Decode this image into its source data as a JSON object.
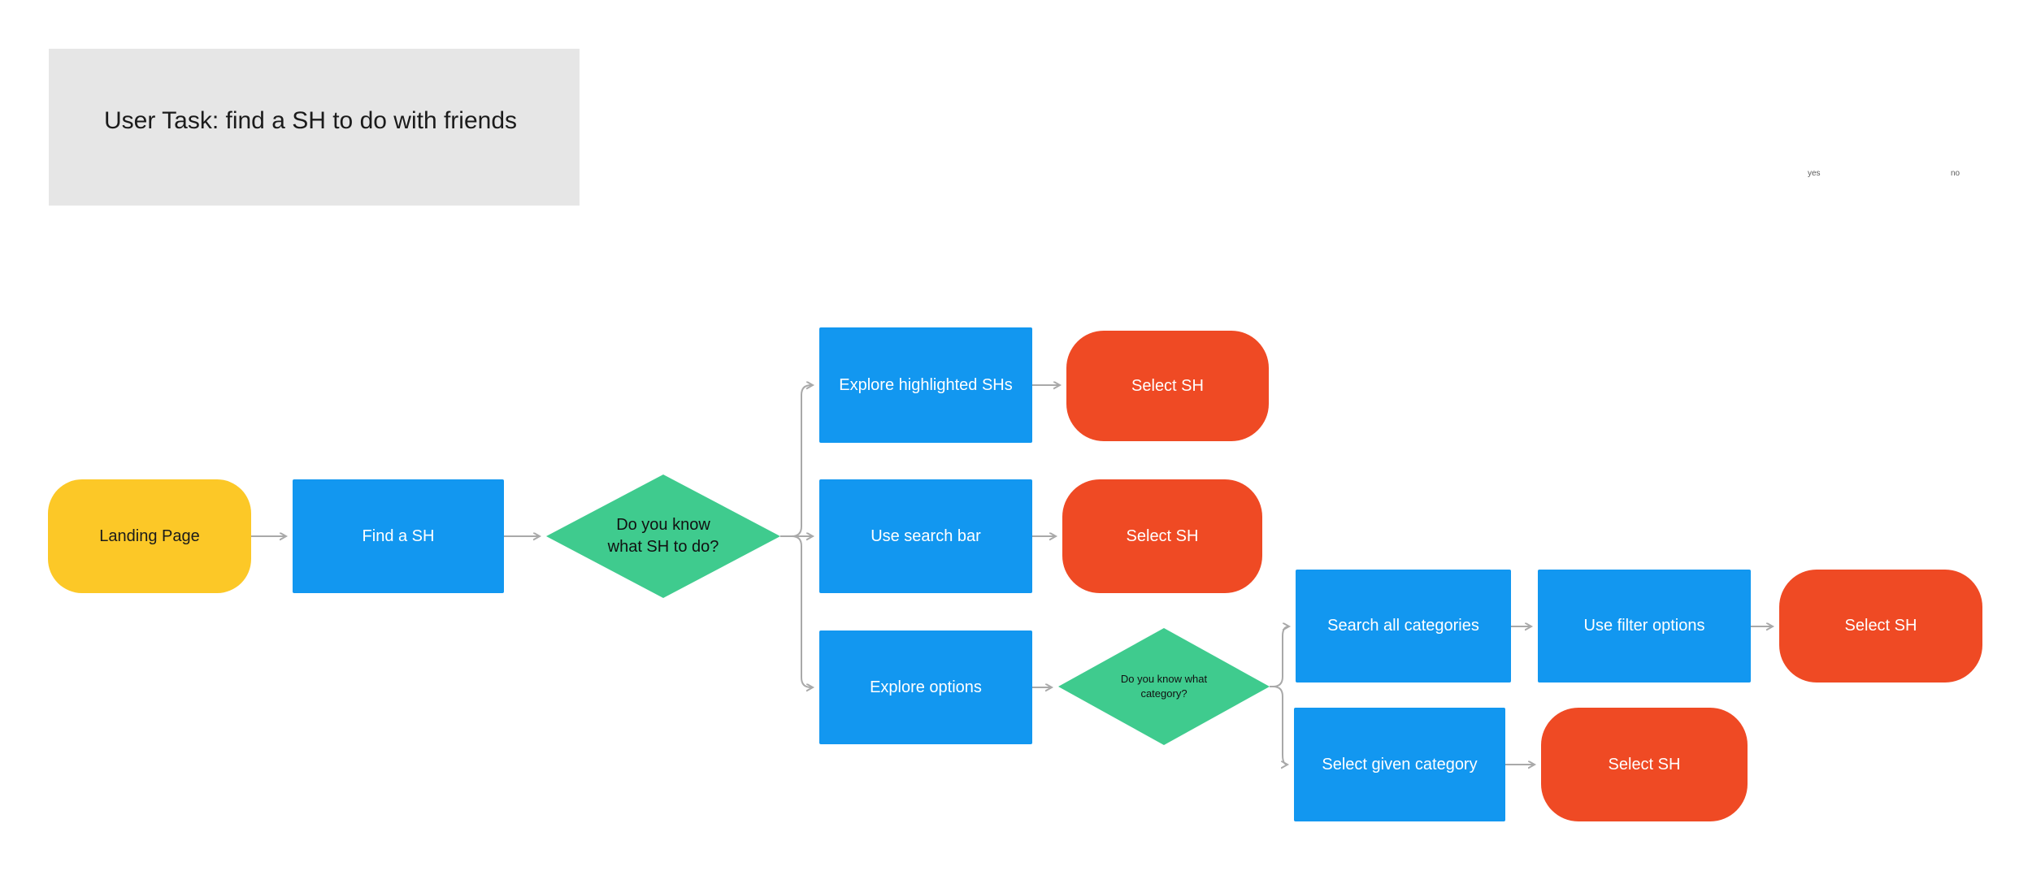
{
  "title_card": {
    "label": "User Task: find a SH to do with friends"
  },
  "branch_labels": {
    "yes": "yes",
    "no": "no"
  },
  "colors": {
    "title_card_bg": "#e6e6e6",
    "process_blue": "#1297f0",
    "decision_green": "#3fcb8e",
    "terminator_red": "#ef4a24",
    "start_yellow": "#fcc827",
    "connector_gray": "#a9a9a9",
    "text_dark": "#1b1b1b",
    "text_light": "#ffffff"
  },
  "flowchart": {
    "nodes": [
      {
        "id": "landing-page",
        "type": "start",
        "label": "Landing Page"
      },
      {
        "id": "find-a-sh",
        "type": "process",
        "label": "Find a SH"
      },
      {
        "id": "decision-know-what-sh",
        "type": "decision",
        "label": "Do you know what SH to do?"
      },
      {
        "id": "explore-highlighted-shs",
        "type": "process",
        "label": "Explore highlighted SHs"
      },
      {
        "id": "select-sh-1",
        "type": "terminator",
        "label": "Select SH"
      },
      {
        "id": "use-search-bar",
        "type": "process",
        "label": "Use search bar"
      },
      {
        "id": "select-sh-2",
        "type": "terminator",
        "label": "Select SH"
      },
      {
        "id": "explore-options",
        "type": "process",
        "label": "Explore options"
      },
      {
        "id": "decision-know-category",
        "type": "decision",
        "label": "Do you know what category?"
      },
      {
        "id": "search-all-categories",
        "type": "process",
        "label": "Search all categories"
      },
      {
        "id": "use-filter-options",
        "type": "process",
        "label": "Use filter options"
      },
      {
        "id": "select-sh-3",
        "type": "terminator",
        "label": "Select SH"
      },
      {
        "id": "select-given-category",
        "type": "process",
        "label": "Select given category"
      },
      {
        "id": "select-sh-4",
        "type": "terminator",
        "label": "Select SH"
      }
    ],
    "edges": [
      {
        "from": "landing-page",
        "to": "find-a-sh"
      },
      {
        "from": "find-a-sh",
        "to": "decision-know-what-sh"
      },
      {
        "from": "decision-know-what-sh",
        "to": "explore-highlighted-shs"
      },
      {
        "from": "decision-know-what-sh",
        "to": "use-search-bar"
      },
      {
        "from": "decision-know-what-sh",
        "to": "explore-options"
      },
      {
        "from": "explore-highlighted-shs",
        "to": "select-sh-1"
      },
      {
        "from": "use-search-bar",
        "to": "select-sh-2"
      },
      {
        "from": "explore-options",
        "to": "decision-know-category"
      },
      {
        "from": "decision-know-category",
        "to": "search-all-categories"
      },
      {
        "from": "decision-know-category",
        "to": "select-given-category"
      },
      {
        "from": "search-all-categories",
        "to": "use-filter-options"
      },
      {
        "from": "use-filter-options",
        "to": "select-sh-3"
      },
      {
        "from": "select-given-category",
        "to": "select-sh-4"
      }
    ]
  }
}
